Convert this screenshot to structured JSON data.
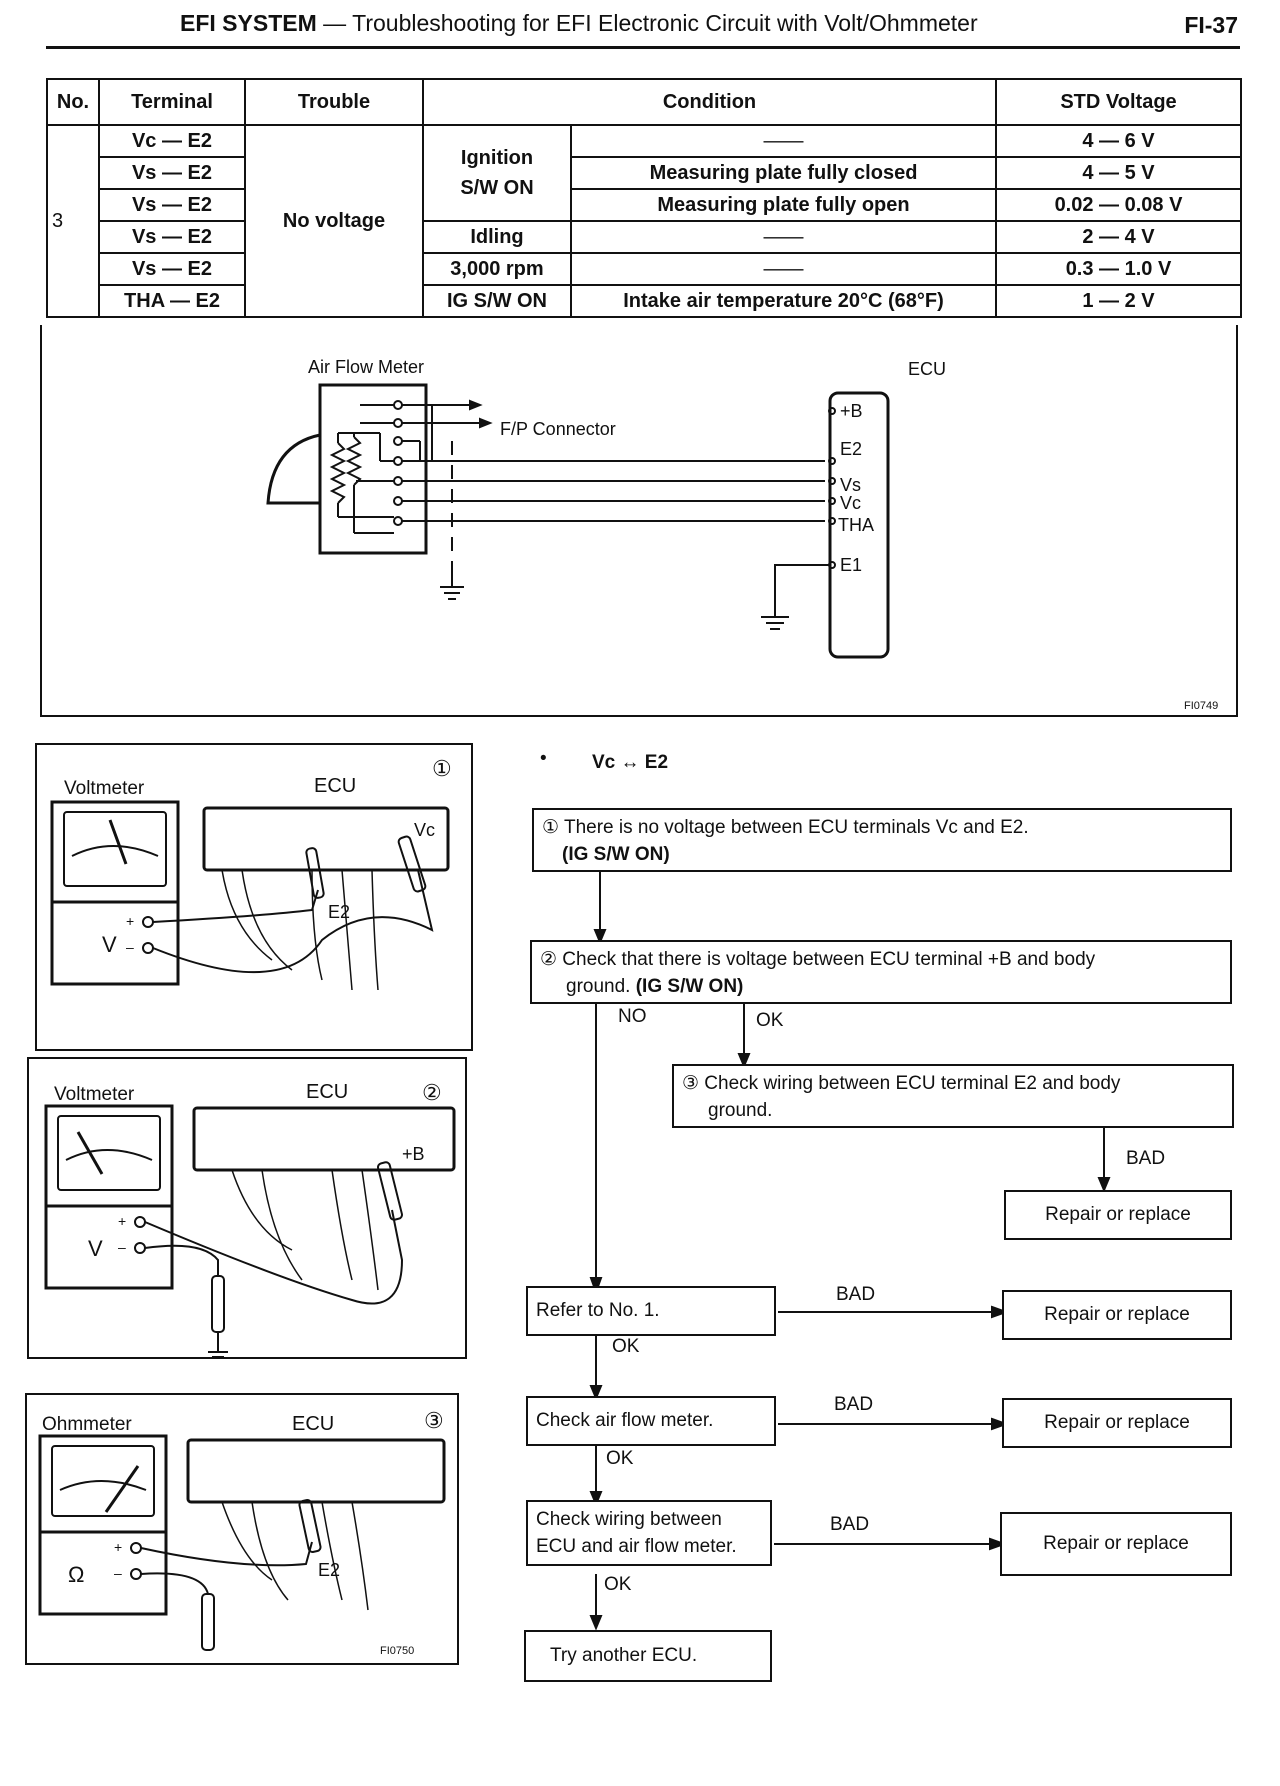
{
  "header": {
    "section": "EFI SYSTEM",
    "dash": " — ",
    "subtitle": "Troubleshooting for EFI Electronic Circuit with Volt/Ohmmeter",
    "page": "FI-37"
  },
  "table": {
    "headers": [
      "No.",
      "Terminal",
      "Trouble",
      "Condition",
      "STD Voltage"
    ],
    "no": "3",
    "trouble": "No voltage",
    "rows": [
      {
        "terminal": "Vc  —  E2",
        "voltage": "4 — 6 V"
      },
      {
        "terminal": "Vs  —  E2",
        "voltage": "4 — 5 V"
      },
      {
        "terminal": "Vs  —  E2",
        "voltage": "0.02 — 0.08 V"
      },
      {
        "terminal": "Vs  —  E2",
        "voltage": "2 — 4 V"
      },
      {
        "terminal": "Vs  —  E2",
        "voltage": "0.3 — 1.0 V"
      },
      {
        "terminal": "THA  —  E2",
        "voltage": "1 — 2 V"
      }
    ],
    "conditions": {
      "ign_line1": "Ignition",
      "ign_line2": "S/W ON",
      "dash": "——",
      "plate_closed": "Measuring plate fully closed",
      "plate_open": "Measuring plate fully open",
      "idling": "Idling",
      "rpm": "3,000 rpm",
      "igsw": "IG S/W ON",
      "intake": "Intake air temperature 20°C (68°F)"
    }
  },
  "circuit": {
    "afm_label": "Air Flow Meter",
    "ecu_label": "ECU",
    "fp_label": "F/P Connector",
    "terminals": [
      "+B",
      "E2",
      "Vs",
      "Vc",
      "THA",
      "E1"
    ],
    "fig_code": "FI0749"
  },
  "panels": [
    {
      "num": "①",
      "meter": "Voltmeter",
      "ecu": "ECU",
      "sym": "V",
      "probe": "Vc",
      "probe2": "E2"
    },
    {
      "num": "②",
      "meter": "Voltmeter",
      "ecu": "ECU",
      "sym": "V",
      "probe": "+B"
    },
    {
      "num": "③",
      "meter": "Ohmmeter",
      "ecu": "ECU",
      "sym": "Ω",
      "probe": "E2"
    }
  ],
  "panels_fig_code": "FI0750",
  "flow": {
    "bullet": "•",
    "title": "Vc ↔ E2",
    "step1": "① There is no voltage between ECU terminals Vc and E2.",
    "step1_cond": "(IG S/W ON)",
    "step2": "② Check that there is voltage between ECU terminal +B and body",
    "step2_b": "ground.",
    "step2_cond": "(IG S/W ON)",
    "step3": "③ Check wiring between ECU terminal E2 and body",
    "step3_b": "ground.",
    "no": "NO",
    "ok": "OK",
    "bad": "BAD",
    "repair": "Repair or replace",
    "refer": "Refer to No. 1.",
    "check_afm": "Check air flow meter.",
    "check_wiring_1": "Check wiring between",
    "check_wiring_2": "ECU and air flow meter.",
    "try_ecu": "Try another ECU."
  }
}
